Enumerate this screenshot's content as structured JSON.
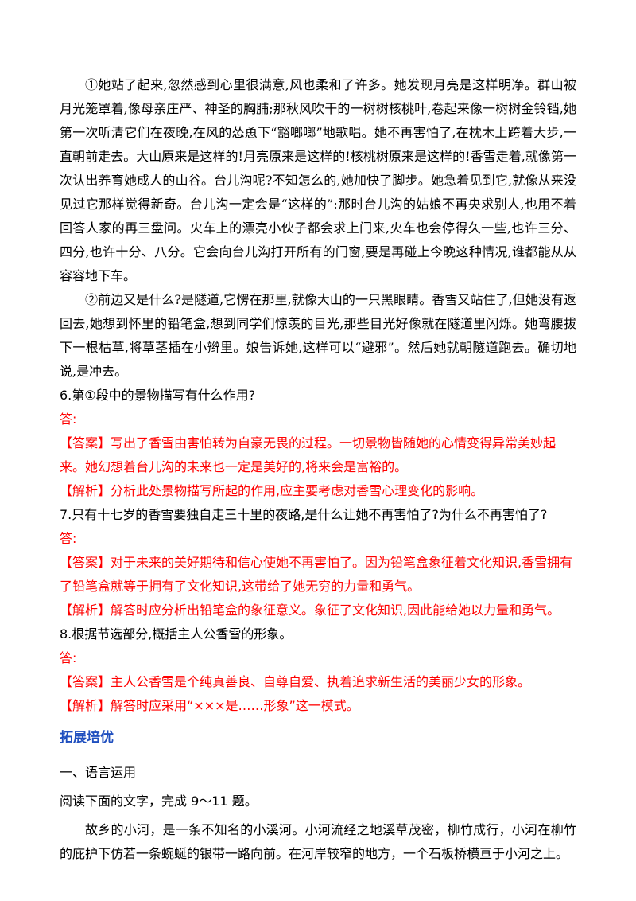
{
  "passage": {
    "para1": "①她站了起来,忽然感到心里很满意,风也柔和了许多。她发现月亮是这样明净。群山被月光笼罩着,像母亲庄严、神圣的胸脯;那秋风吹干的一树树核桃叶,卷起来像一树树金铃铛,她第一次听清它们在夜晚,在风的怂恿下“豁啷啷”地歌唱。她不再害怕了,在枕木上跨着大步,一直朝前走去。大山原来是这样的!月亮原来是这样的!核桃树原来是这样的!香雪走着,就像第一次认出养育她成人的山谷。台儿沟呢?不知怎么的,她加快了脚步。她急着见到它,就像从来没见过它那样觉得新奇。台儿沟一定会是“这样的”:那时台儿沟的姑娘不再央求别人,也用不着回答人家的再三盘问。火车上的漂亮小伙子都会求上门来,火车也会停得久一些,也许三分、四分,也许十分、八分。它会向台儿沟打开所有的门窗,要是再碰上今晚这种情况,谁都能从从容容地下车。",
    "para2": "②前边又是什么?是隧道,它愣在那里,就像大山的一只黑眼睛。香雪又站住了,但她没有返回去,她想到怀里的铅笔盒,想到同学们惊羡的目光,那些目光好像就在隧道里闪烁。她弯腰拔下一根枯草,将草茎插在小辫里。娘告诉她,这样可以“避邪”。然后她就朝隧道跑去。确切地说,是冲去。"
  },
  "questions": [
    {
      "question": "6.第①段中的景物描写有什么作用?",
      "answer_label": "答:",
      "answer": "【答案】写出了香雪由害怕转为自豪无畏的过程。一切景物皆随她的心情变得异常美妙起来。她幻想着台儿沟的未来也一定是美好的,将来会是富裕的。",
      "analysis": "【解析】分析此处景物描写所起的作用,应主要考虑对香雪心理变化的影响。"
    },
    {
      "question": "7.只有十七岁的香雪要独自走三十里的夜路,是什么让她不再害怕了?为什么不再害怕了?",
      "answer_label": "答:",
      "answer": "【答案】对于未来的美好期待和信心使她不再害怕了。因为铅笔盒象征着文化知识,香雪拥有了铅笔盒就等于拥有了文化知识,这带给了她无穷的力量和勇气。",
      "analysis": "【解析】解答时应分析出铅笔盒的象征意义。象征了文化知识,因此能给她以力量和勇气。"
    },
    {
      "question": "8.根据节选部分,概括主人公香雪的形象。",
      "answer_label": "答:",
      "answer": "【答案】主人公香雪是个纯真善良、自尊自爱、执着追求新生活的美丽少女的形象。",
      "analysis": "【解析】解答时应采用“×××是……形象”这一模式。"
    }
  ],
  "extension": {
    "title": "拓展培优",
    "subsection": "一、语言运用",
    "instruction": "阅读下面的文字，完成 9～11 题。",
    "para": "故乡的小河，是一条不知名的小溪河。小河流经之地溪草茂密，柳竹成行，小河在柳竹的庇护下仿若一条蜿蜒的银带一路向前。在河岸较窄的地方，一个石板桥横亘于小河之上。"
  },
  "colors": {
    "answer": "#ff0000",
    "section_title": "#1f4fbf"
  }
}
